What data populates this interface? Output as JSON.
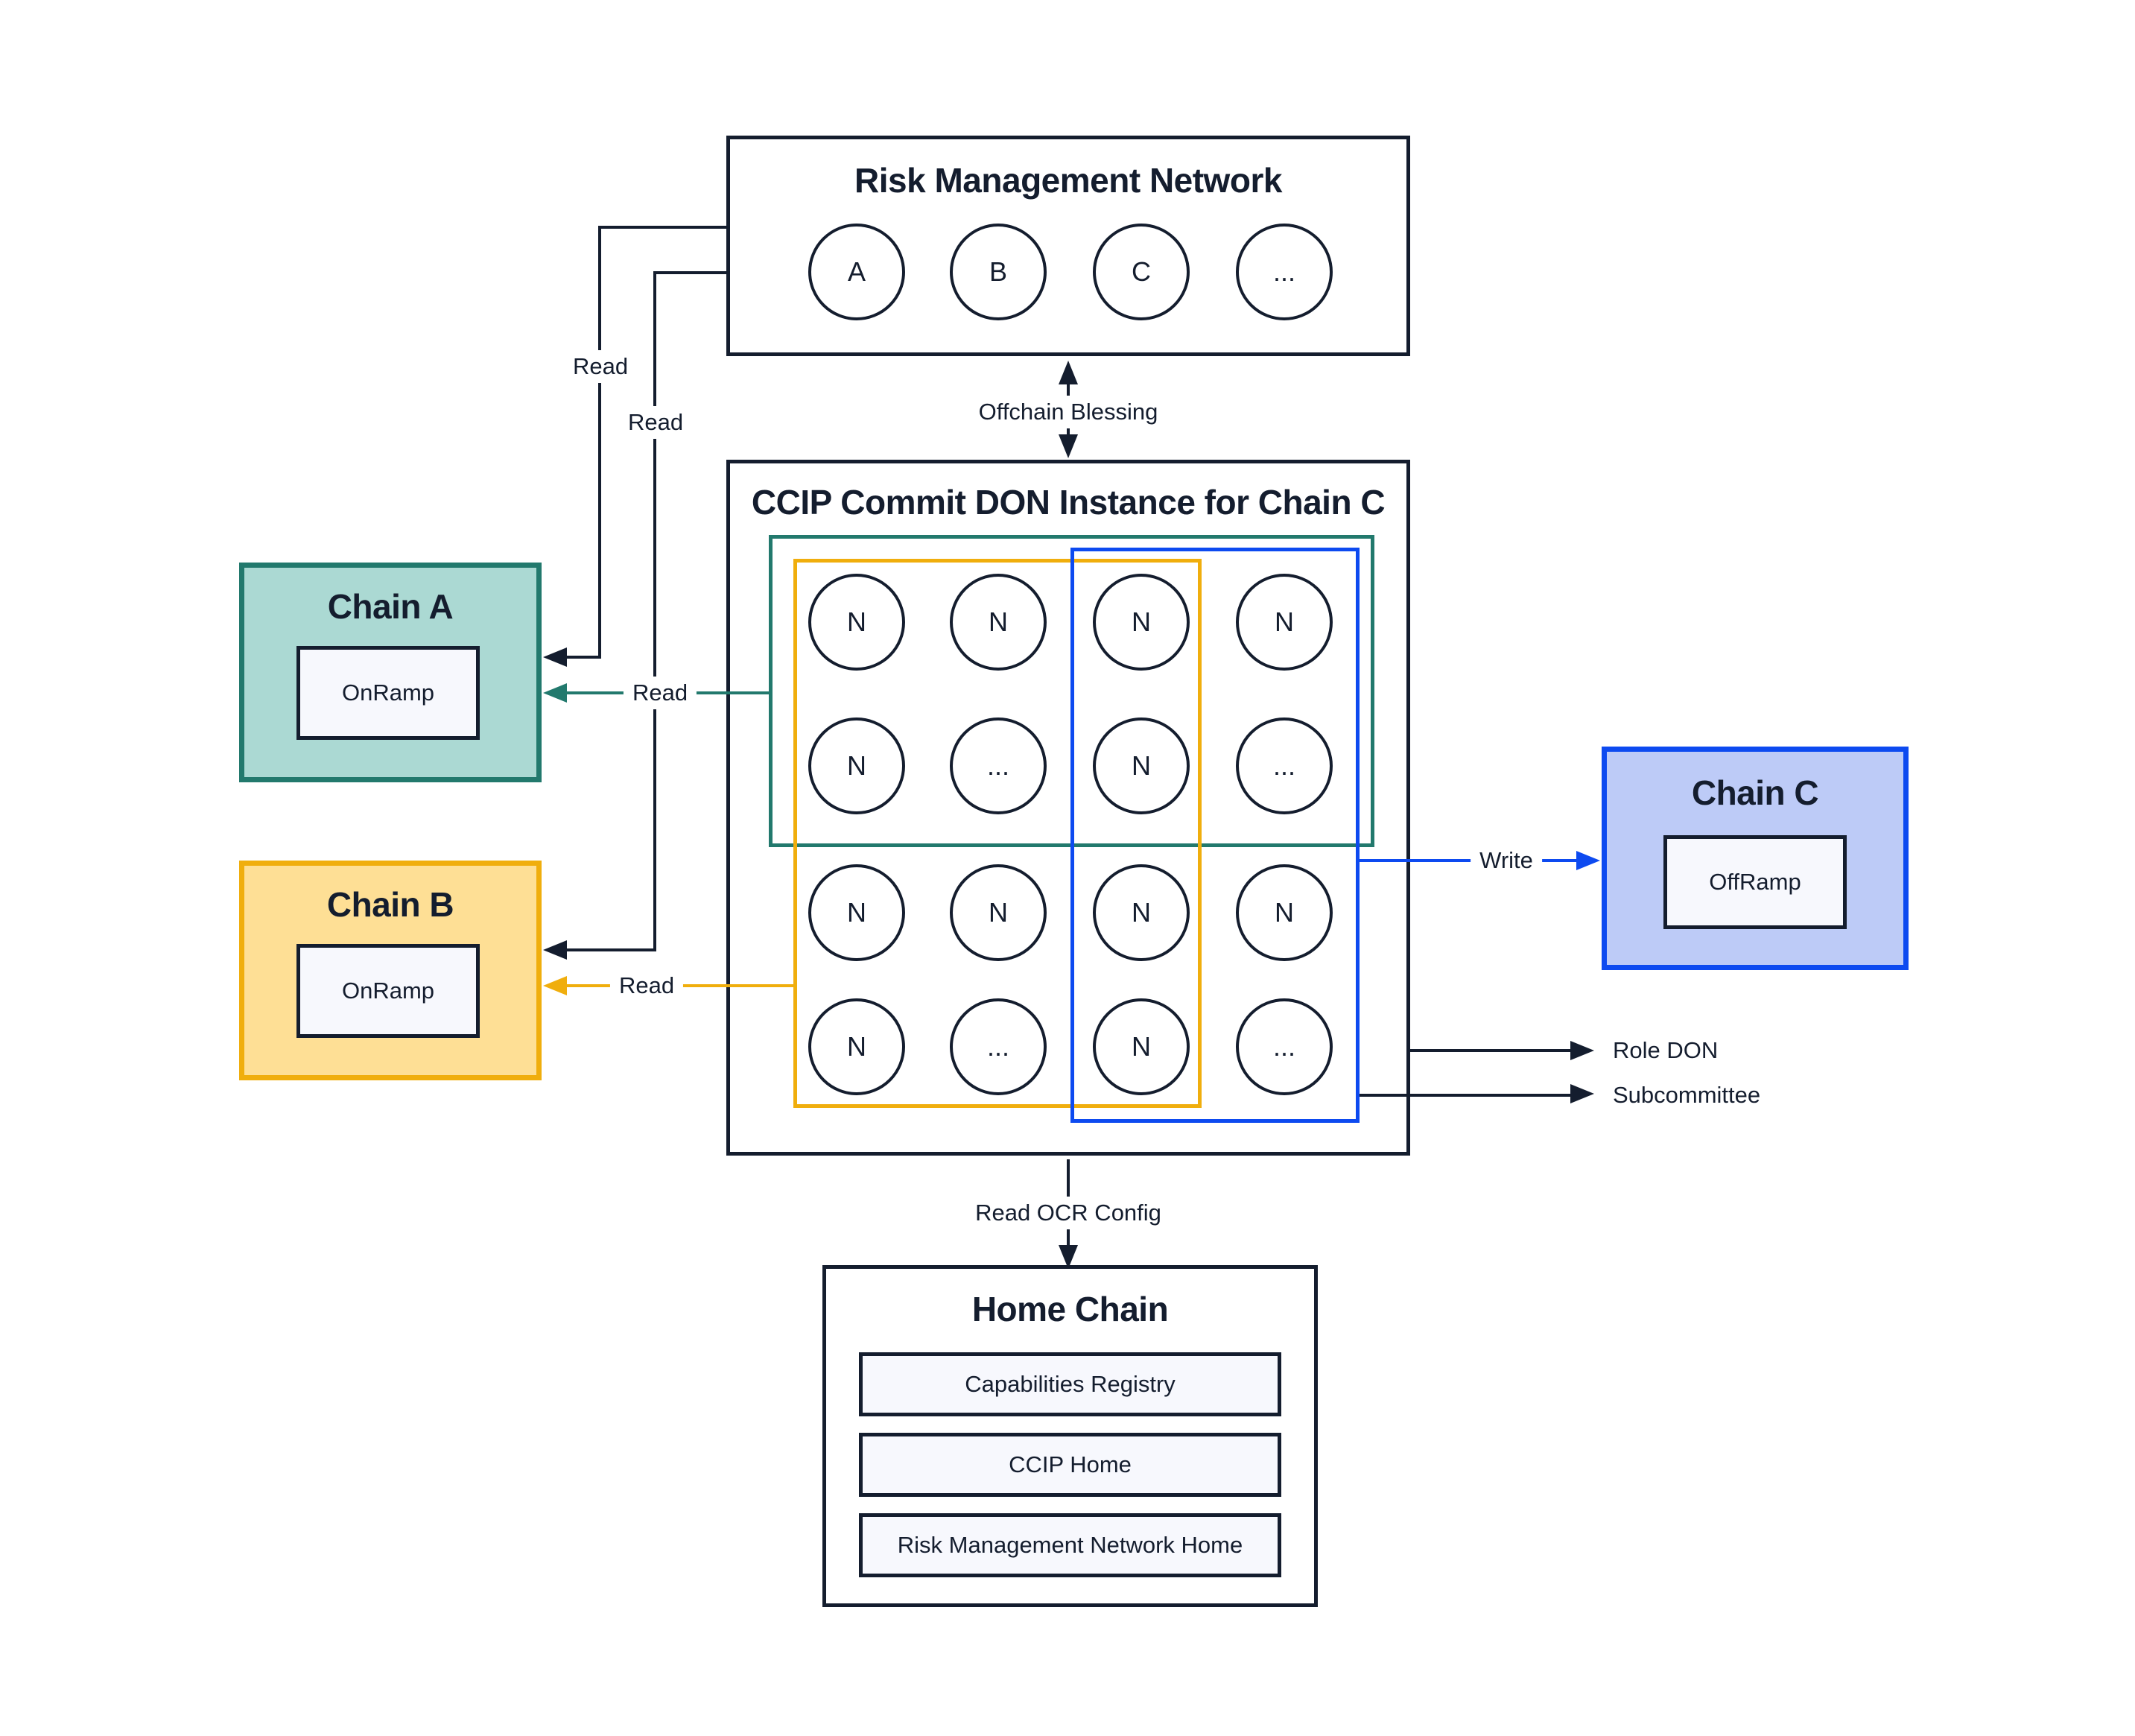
{
  "diagram": {
    "risk_management_network": {
      "title": "Risk Management Network",
      "nodes": [
        "A",
        "B",
        "C",
        "..."
      ]
    },
    "ccip_commit_don": {
      "title": "CCIP Commit DON Instance for Chain C",
      "grid": [
        [
          "N",
          "N",
          "N",
          "N"
        ],
        [
          "N",
          "...",
          "N",
          "..."
        ],
        [
          "N",
          "N",
          "N",
          "N"
        ],
        [
          "N",
          "...",
          "N",
          "..."
        ]
      ]
    },
    "chain_a": {
      "title": "Chain A",
      "contract": "OnRamp"
    },
    "chain_b": {
      "title": "Chain B",
      "contract": "OnRamp"
    },
    "chain_c": {
      "title": "Chain C",
      "contract": "OffRamp"
    },
    "home_chain": {
      "title": "Home Chain",
      "items": [
        "Capabilities Registry",
        "CCIP Home",
        "Risk Management Network Home"
      ]
    },
    "labels": {
      "read": "Read",
      "write": "Write",
      "offchain_blessing": "Offchain Blessing",
      "read_ocr_config": "Read OCR Config",
      "role_don": "Role DON",
      "subcommittee": "Subcommittee"
    }
  },
  "colors": {
    "ink": "#141d2e",
    "teal": "#22796d",
    "teal_fill": "#abd9d3",
    "gold": "#f0ae0d",
    "gold_fill": "#fedf95",
    "blue": "#0d4af0",
    "blue_fill": "#bdcbf7",
    "panel_fill": "#f7f8fd",
    "background": "#ffffff"
  }
}
